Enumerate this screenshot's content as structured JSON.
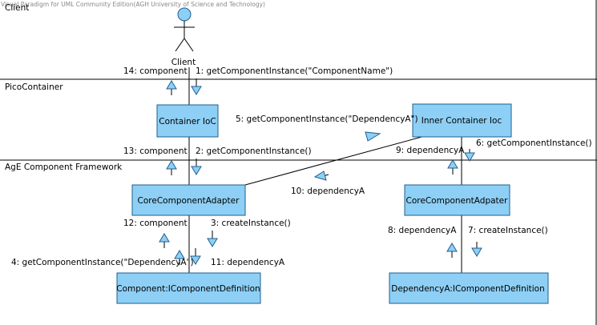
{
  "watermark": "Visual Paradigm for UML Community Edition(AGH University of Science and Technology)",
  "swimlanes": {
    "client": "Client",
    "pico": "PicoContainer",
    "age": "AgE Component Framework"
  },
  "actor": {
    "label": "Client"
  },
  "nodes": {
    "container_ioc": "Container IoC",
    "inner_container": "Inner Container Ioc",
    "core_adapter_left": "CoreComponentAdapter",
    "core_adapter_right": "CoreComponentAdpater",
    "component_def": "Component:IComponentDefinition",
    "dependency_def": "DependencyA:IComponentDefinition"
  },
  "messages": {
    "m1": "1: getComponentInstance(\"ComponentName\")",
    "m2": "2: getComponentInstance()",
    "m3": "3: createInstance()",
    "m4": "4: getComponentInstance(\"DependencyA\")",
    "m5": "5: getComponentInstance(\"DependencyA\")",
    "m6": "6: getComponentInstance()",
    "m7": "7: createInstance()",
    "m8": "8: dependencyA",
    "m9": "9: dependencyA",
    "m10": "10: dependencyA",
    "m11": "11: dependencyA",
    "m12": "12: component",
    "m13": "13: component",
    "m14": "14: component"
  },
  "colors": {
    "node_fill": "#8ecff5",
    "node_stroke": "#1f5f8f",
    "line": "#000000"
  }
}
